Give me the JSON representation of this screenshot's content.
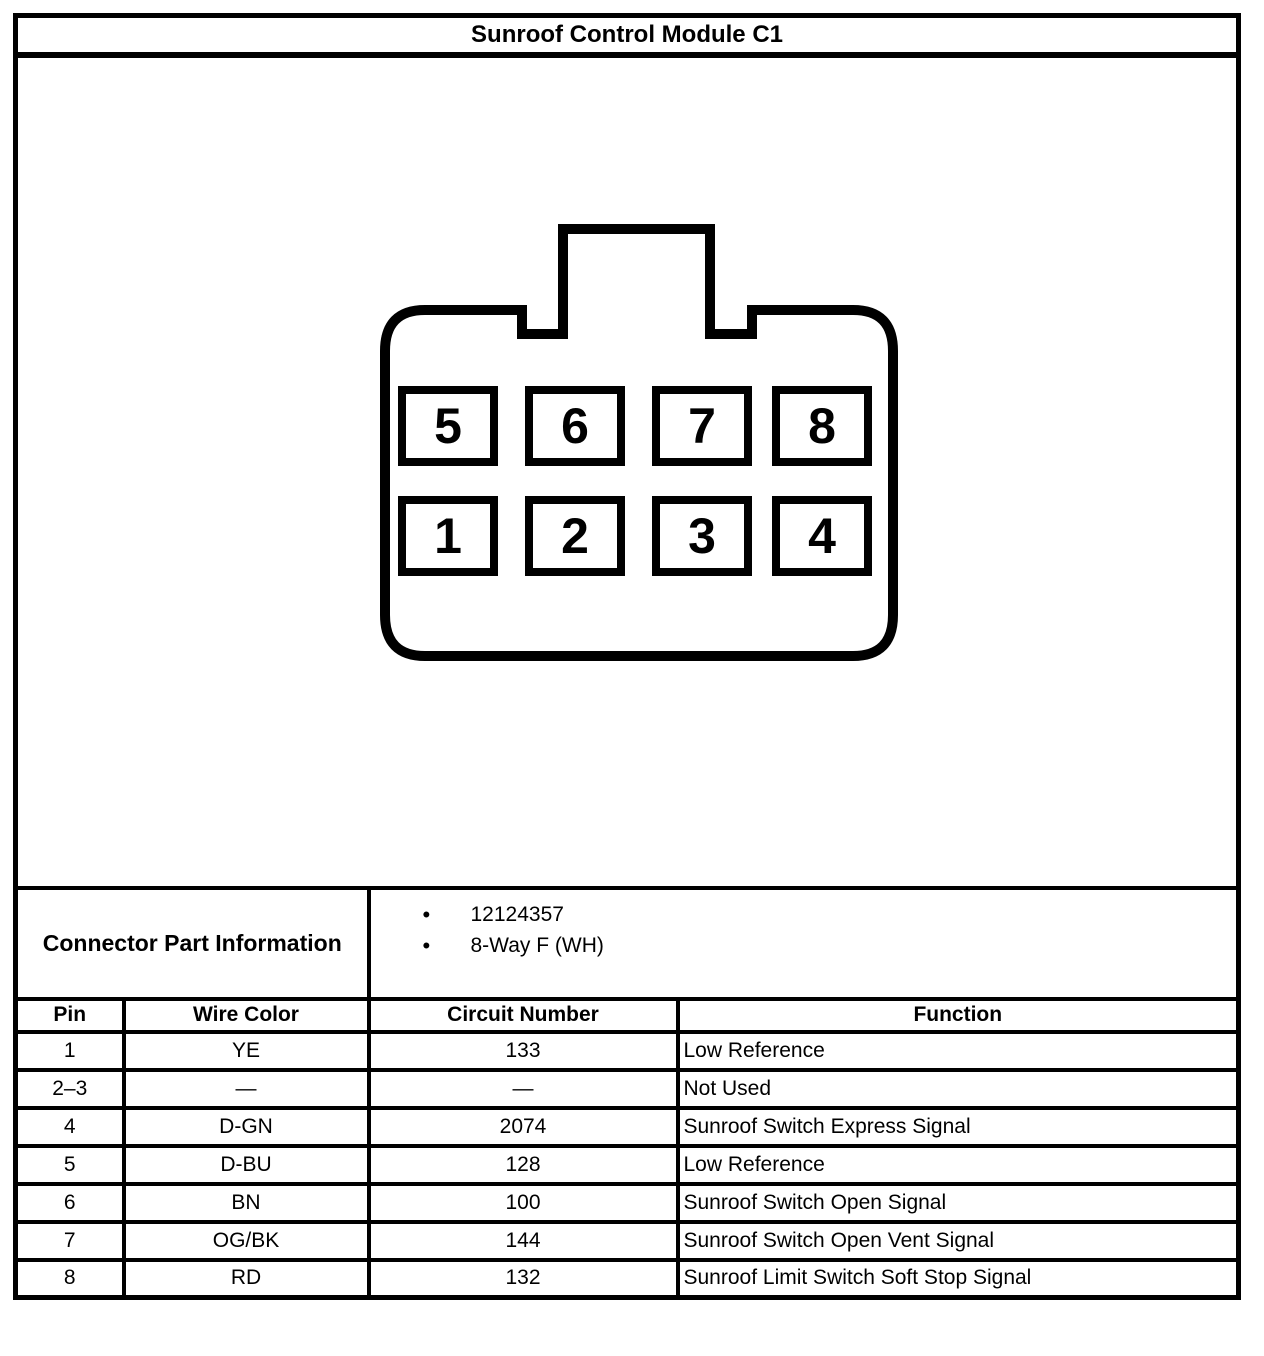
{
  "title": "Sunroof Control Module C1",
  "connector": {
    "pins_top": [
      "5",
      "6",
      "7",
      "8"
    ],
    "pins_bottom": [
      "1",
      "2",
      "3",
      "4"
    ]
  },
  "part_info": {
    "label": "Connector Part Information",
    "bullets": [
      "12124357",
      "8-Way F (WH)"
    ],
    "bullet_glyph": "•"
  },
  "pin_table": {
    "headers": [
      "Pin",
      "Wire Color",
      "Circuit Number",
      "Function"
    ],
    "rows": [
      {
        "pin": "1",
        "wire_color": "YE",
        "circuit": "133",
        "function": "Low Reference"
      },
      {
        "pin": "2–3",
        "wire_color": "—",
        "circuit": "—",
        "function": "Not Used"
      },
      {
        "pin": "4",
        "wire_color": "D-GN",
        "circuit": "2074",
        "function": "Sunroof Switch Express Signal"
      },
      {
        "pin": "5",
        "wire_color": "D-BU",
        "circuit": "128",
        "function": "Low Reference"
      },
      {
        "pin": "6",
        "wire_color": "BN",
        "circuit": "100",
        "function": "Sunroof Switch Open Signal"
      },
      {
        "pin": "7",
        "wire_color": "OG/BK",
        "circuit": "144",
        "function": "Sunroof Switch Open Vent Signal"
      },
      {
        "pin": "8",
        "wire_color": "RD",
        "circuit": "132",
        "function": "Sunroof Limit Switch Soft Stop Signal"
      }
    ]
  },
  "colors": {
    "line": "#000000",
    "background": "#ffffff"
  }
}
